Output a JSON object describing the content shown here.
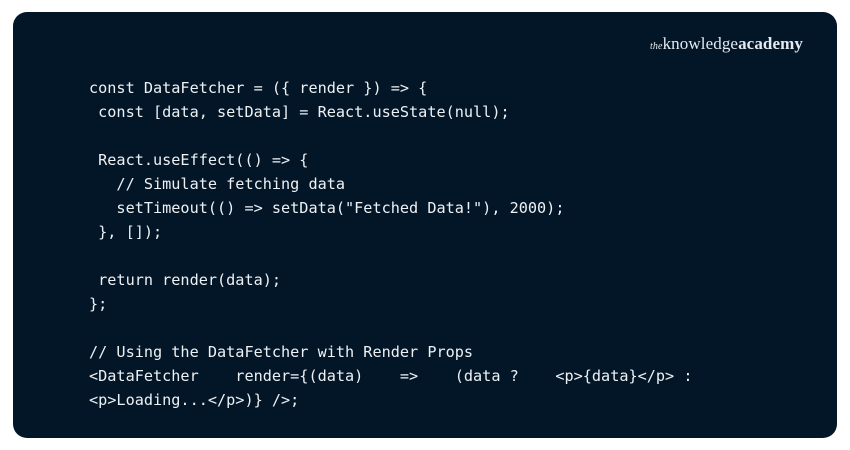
{
  "brand": {
    "prefix": "the",
    "name_regular": "knowledge",
    "name_bold": "academy"
  },
  "code": {
    "language": "javascript-jsx",
    "lines": [
      "const DataFetcher = ({ render }) => {",
      " const [data, setData] = React.useState(null);",
      "",
      " React.useEffect(() => {",
      "   // Simulate fetching data",
      "   setTimeout(() => setData(\"Fetched Data!\"), 2000);",
      " }, []);",
      "",
      " return render(data);",
      "};",
      "",
      "// Using the DataFetcher with Render Props",
      "<DataFetcher    render={(data)    =>    (data ?    <p>{data}</p> :",
      "<p>Loading...</p>)} />;"
    ]
  },
  "colors": {
    "background": "#031627",
    "text": "#eef1f4",
    "page": "#ffffff"
  }
}
